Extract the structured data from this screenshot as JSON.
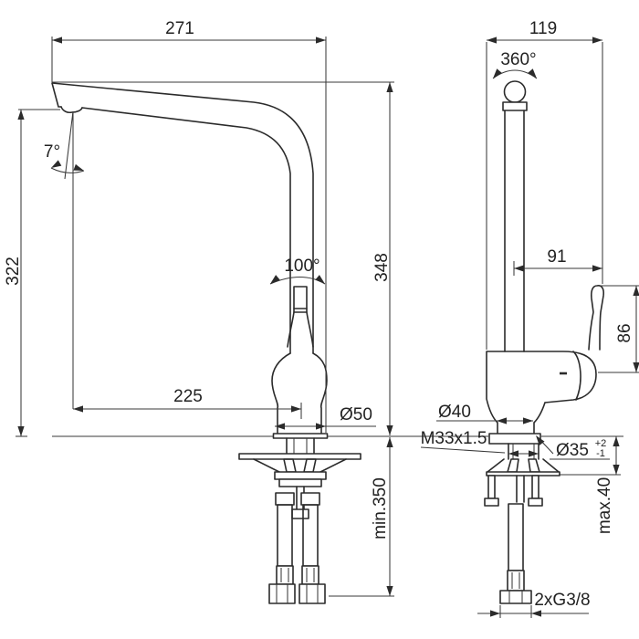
{
  "meta": {
    "title": "Kitchen mixer tap - dimensional technical drawing",
    "unit": "mm"
  },
  "colors": {
    "line": "#2b2b2b",
    "dimension_line": "#3a3a3a",
    "text": "#222222",
    "background": "#ffffff"
  },
  "front_view": {
    "name": "front view with mounting hoses",
    "labels": {
      "spout_reach": "271",
      "spout_tip_angle": "7°",
      "outlet_height": "322",
      "total_height": "348",
      "handle_opening_angle": "100°",
      "outlet_offset": "225",
      "base_diameter": "Ø50",
      "hose_min_length": "min.350"
    }
  },
  "side_view": {
    "name": "side view with mounting set",
    "labels": {
      "body_depth": "119",
      "spout_swivel_angle": "360°",
      "handle_projection": "91",
      "handle_height": "86",
      "neck_diameter": "Ø40",
      "mounting_thread": "M33x1.5",
      "hole_diameter": "Ø35",
      "hole_tolerance_plus": "+2",
      "hole_tolerance_minus": "-1",
      "max_deck_thickness": "max.40",
      "hose_connection": "2xG3/8"
    }
  }
}
